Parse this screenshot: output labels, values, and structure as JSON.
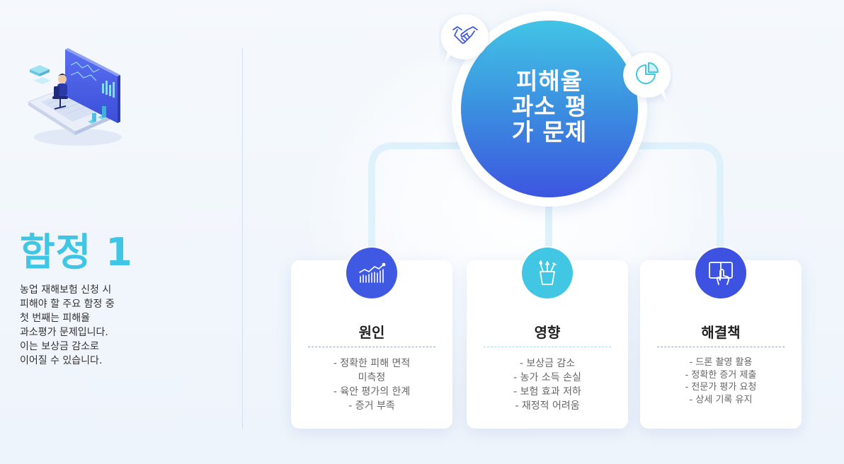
{
  "left": {
    "title": "함정 1",
    "description": "농업 재해보험 신청 시 피해야 할 주요 함정 중 첫 번째는 피해율 과소평가 문제입니다. 이는 보상금 감소로 이어질 수 있습니다."
  },
  "center": {
    "title": "피해율 과소 평가 문제",
    "left_icon": "handshake-icon",
    "right_icon": "pie-chart-icon"
  },
  "cards": [
    {
      "title": "원인",
      "icon": "bar-chart-icon",
      "lines": [
        "- 정확한 피해 면적",
        "미측정",
        "- 육안 평가의 한계",
        "- 증거 부족"
      ]
    },
    {
      "title": "영향",
      "icon": "pencil-cup-icon",
      "lines": [
        "- 보상금 감소",
        "- 농가 소득 손실",
        "- 보험 효과 저하",
        "- 재정적 어려움"
      ]
    },
    {
      "title": "해결책",
      "icon": "tablet-touch-icon",
      "lines": [
        "- 드론 촬영 활용",
        "- 정확한 증거 제출",
        "- 전문가 평가 요청",
        "- 상세 기록 유지"
      ]
    }
  ],
  "colors": {
    "accent_cyan": "#41c7e4",
    "accent_blue": "#3f59e2",
    "connector": "#dff1fa"
  }
}
